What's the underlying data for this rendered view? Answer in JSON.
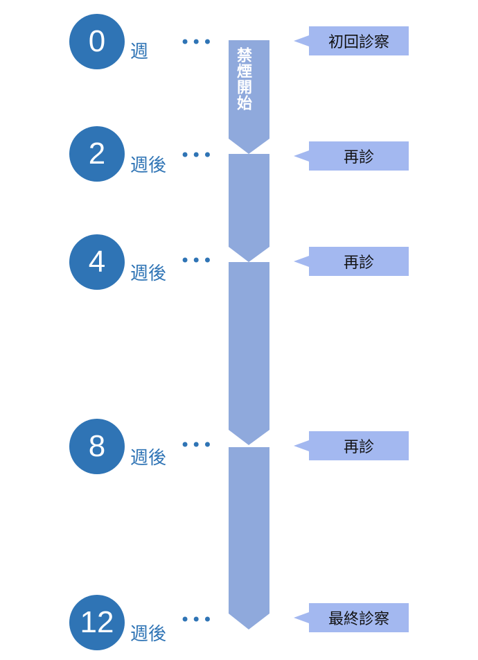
{
  "timeline": {
    "start_label": "禁煙開始",
    "milestones": [
      {
        "number": "0",
        "unit": "週",
        "dots": "•••",
        "visit": "初回診察"
      },
      {
        "number": "2",
        "unit": "週後",
        "dots": "•••",
        "visit": "再診"
      },
      {
        "number": "4",
        "unit": "週後",
        "dots": "•••",
        "visit": "再診"
      },
      {
        "number": "8",
        "unit": "週後",
        "dots": "•••",
        "visit": "再診"
      },
      {
        "number": "12",
        "unit": "週後",
        "dots": "•••",
        "visit": "最終診察"
      }
    ]
  },
  "colors": {
    "circle": "#2f74b5",
    "bar": "#8fa9dc",
    "callout": "#a3b8f0"
  }
}
